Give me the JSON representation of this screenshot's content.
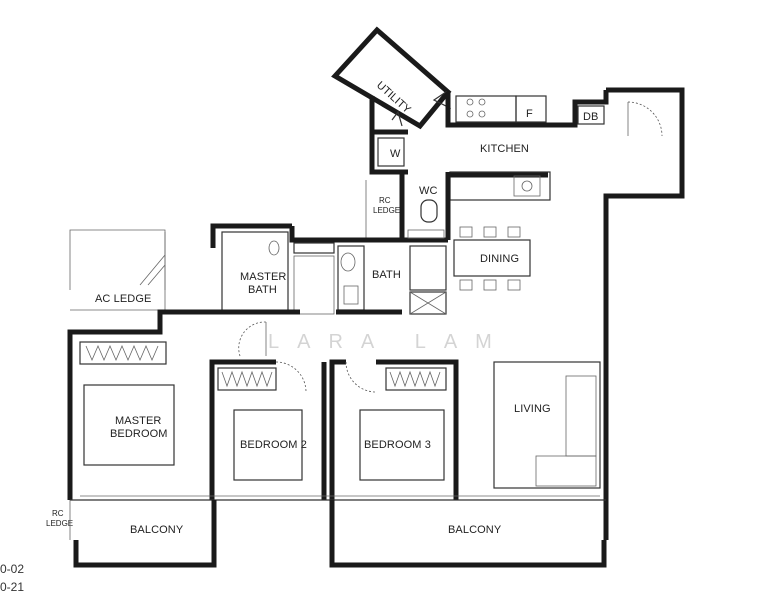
{
  "rooms": {
    "utility": "UTILITY",
    "w": "W",
    "kitchen": "KITCHEN",
    "f": "F",
    "db": "DB",
    "wc": "WC",
    "rc_ledge_top": "RC\nLEDGE",
    "master_bath_1": "MASTER",
    "master_bath_2": "BATH",
    "bath": "BATH",
    "dining": "DINING",
    "ac_ledge": "AC LEDGE",
    "master_bedroom_1": "MASTER",
    "master_bedroom_2": "BEDROOM",
    "bedroom2": "BEDROOM 2",
    "bedroom3": "BEDROOM 3",
    "living": "LIVING",
    "rc_ledge_bottom": "RC\nLEDGE",
    "balcony_left": "BALCONY",
    "balcony_right": "BALCONY"
  },
  "watermark": "LARA LAM",
  "unit_codes": [
    "0-02",
    "0-21"
  ],
  "colors": {
    "wall": "#1a1a1a",
    "watermark": "#d4d4d4"
  }
}
